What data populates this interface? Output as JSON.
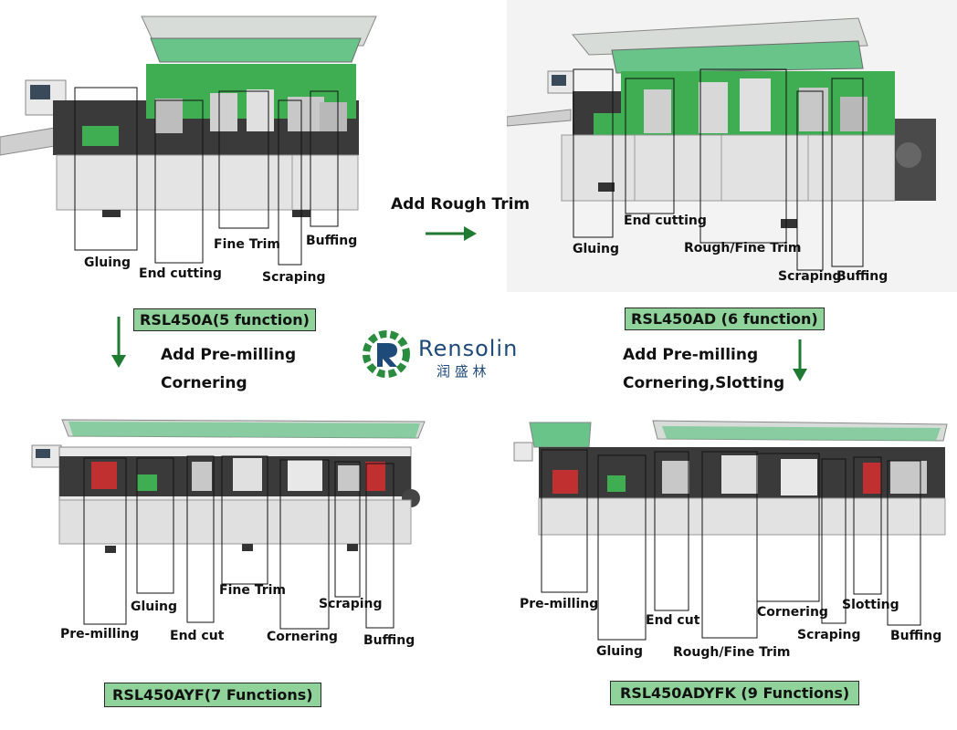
{
  "panels": {
    "top_left": {
      "model": "RSL450A(5 function)",
      "labels": [
        "Gluing",
        "End cutting",
        "Fine Trim",
        "Scraping",
        "Buffing"
      ]
    },
    "top_right": {
      "model": "RSL450AD  (6 function)",
      "labels": [
        "Gluing",
        "End cutting",
        "Rough/Fine Trim",
        "Scraping",
        "Buffing"
      ]
    },
    "bottom_left": {
      "model": "RSL450AYF(7 Functions)",
      "labels": [
        "Pre-milling",
        "Gluing",
        "End cut",
        "Fine Trim",
        "Cornering",
        "Scraping",
        "Buffing"
      ]
    },
    "bottom_right": {
      "model": "RSL450ADYFK (9 Functions)",
      "labels": [
        "Pre-milling",
        "Gluing",
        "End cut",
        "Rough/Fine Trim",
        "Cornering",
        "Scraping",
        "Slotting",
        "Buffing"
      ]
    }
  },
  "upgrades": {
    "add_rough_trim": "Add Rough Trim",
    "left_line1": "Add Pre-milling",
    "left_line2": "Cornering",
    "right_line1": "Add Pre-milling",
    "right_line2": "Cornering,Slotting"
  },
  "logo": {
    "name": "Rensolin",
    "chinese": "润 盛 林"
  },
  "colors": {
    "machine_green": "#3fae52",
    "badge_green": "#8fd39a",
    "arrow_green": "#1f7a32",
    "logo_blue": "#1e4a7a"
  }
}
